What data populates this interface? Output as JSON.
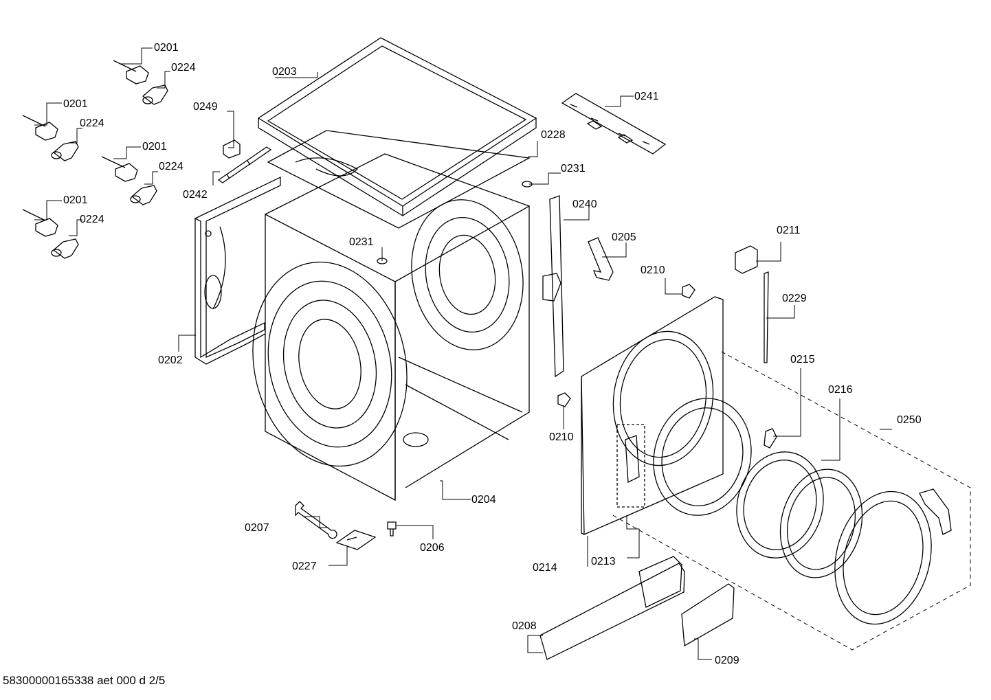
{
  "diagram": {
    "labels": [
      "0201",
      "0224",
      "0201",
      "0224",
      "0201",
      "0224",
      "0201",
      "0224",
      "0203",
      "0249",
      "0242",
      "0202",
      "0231",
      "0241",
      "0228",
      "0231",
      "0240",
      "0205",
      "0211",
      "0210",
      "0229",
      "0215",
      "0216",
      "0250",
      "0210",
      "0204",
      "0207",
      "0206",
      "0227",
      "0214",
      "0213",
      "0208",
      "0209"
    ]
  },
  "footer": {
    "code": "58300000165338 aet 000 d 2/5"
  },
  "colors": {
    "line": "#000000",
    "background": "#ffffff"
  }
}
